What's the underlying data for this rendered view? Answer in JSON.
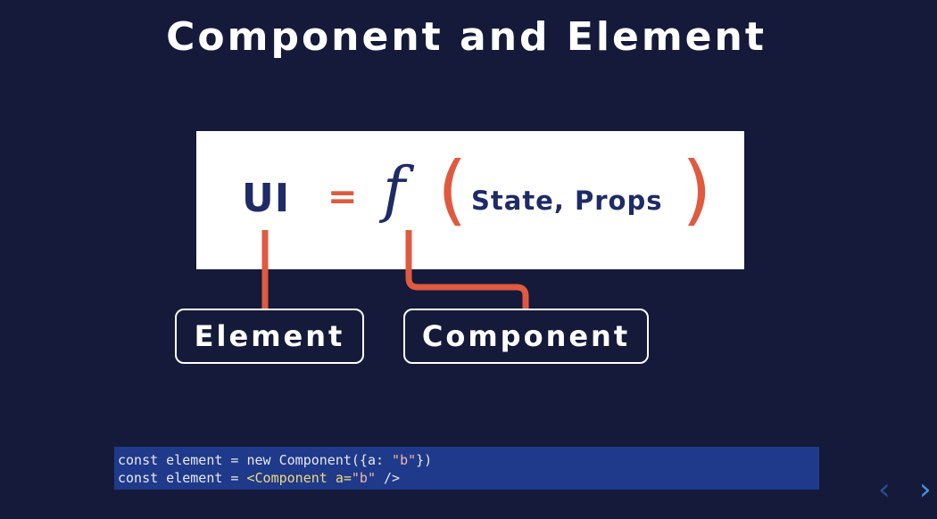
{
  "slide": {
    "title": "Component and Element",
    "formula": {
      "lhs": "UI",
      "equals": "=",
      "function": "f",
      "open_paren": "(",
      "args": "State, Props",
      "close_paren": ")"
    },
    "labels": {
      "element": "Element",
      "component": "Component"
    },
    "code": {
      "line1": {
        "prefix": "const element = new Component({a: ",
        "string": "\"b\"",
        "suffix": "})"
      },
      "line2": {
        "prefix": "const element = ",
        "tag": "<Component",
        "attr": " a=",
        "string": "\"b\"",
        "suffix": " />"
      }
    }
  },
  "nav": {
    "prev_icon": "chevron-left-icon",
    "next_icon": "chevron-right-icon",
    "prev_glyph": "‹",
    "next_glyph": "›"
  },
  "colors": {
    "background": "#151a3a",
    "accent": "#e05a3f",
    "navy_text": "#1e2b66",
    "code_bg": "#1f3a8a"
  }
}
